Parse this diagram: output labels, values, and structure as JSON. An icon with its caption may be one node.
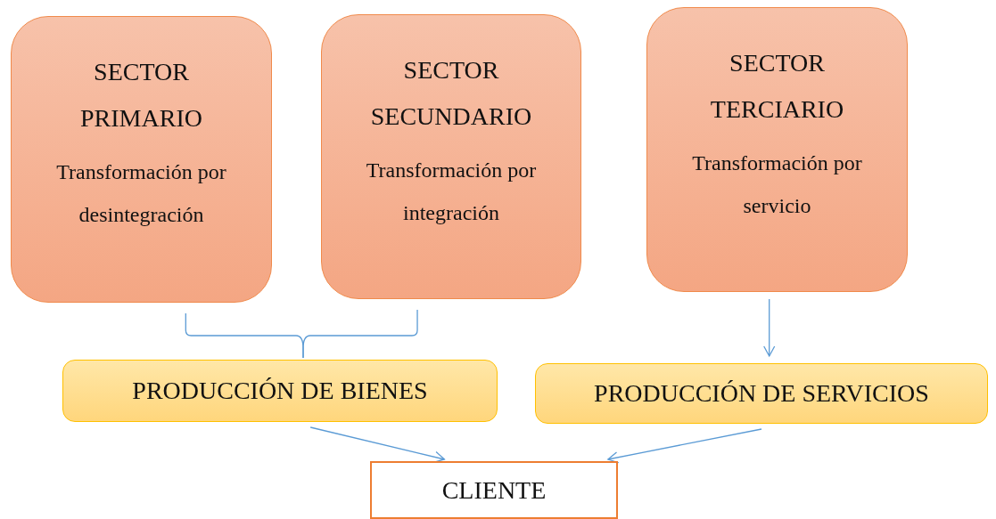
{
  "diagram": {
    "nodes": [
      {
        "text": [
          "SECTOR PRIMARIO",
          "Transformación por desintegración"
        ]
      },
      {
        "text": [
          "SECTOR SECUNDARIO",
          "Transformación por integración"
        ]
      },
      {
        "text": [
          "SECTOR TERCIARIO",
          "Transformación por servicio"
        ]
      },
      {
        "text": [
          "PRODUCCIÓN DE BIENES"
        ]
      },
      {
        "text": [
          "PRODUCCIÓN DE SERVICIOS"
        ]
      },
      {
        "text": [
          "CLIENTE"
        ]
      }
    ],
    "edges": [
      {
        "from": 0,
        "to": 3,
        "arrow": "none"
      },
      {
        "from": 1,
        "to": 3,
        "arrow": "none"
      },
      {
        "from": 2,
        "to": 4,
        "arrow": "to"
      },
      {
        "from": 3,
        "to": 5,
        "arrow": "to"
      },
      {
        "from": 4,
        "to": 5,
        "arrow": "to"
      }
    ]
  }
}
